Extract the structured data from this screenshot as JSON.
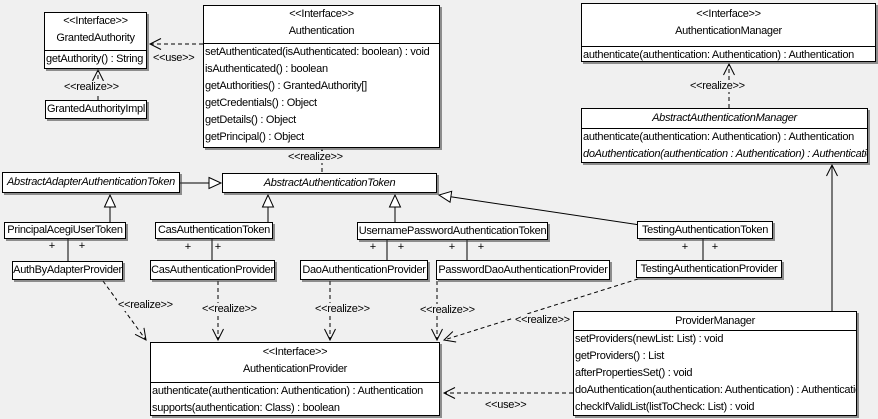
{
  "labels": {
    "use": "<<use>>",
    "realize": "<<realize>>",
    "plus": "+"
  },
  "colors": {
    "background": "#f0f0f0",
    "box_fill": "#ffffff",
    "box_border": "#000000",
    "shadow": "#3c3c3c",
    "line": "#000000"
  },
  "classes": {
    "granted_authority": {
      "stereotype": "<<Interface>>",
      "name": "GrantedAuthority",
      "methods": [
        "getAuthority() : String"
      ]
    },
    "granted_authority_impl": {
      "name": "GrantedAuthorityImpl"
    },
    "authentication": {
      "stereotype": "<<Interface>>",
      "name": "Authentication",
      "methods": [
        "setAuthenticated(isAuthenticated: boolean) : void",
        "isAuthenticated() : boolean",
        "getAuthorities() : GrantedAuthority[]",
        "getCredentials() : Object",
        "getDetails() : Object",
        "getPrincipal() : Object"
      ]
    },
    "authentication_manager": {
      "stereotype": "<<Interface>>",
      "name": "AuthenticationManager",
      "methods": [
        "authenticate(authentication: Authentication) : Authentication"
      ]
    },
    "abstract_authentication_manager": {
      "name": "AbstractAuthenticationManager",
      "methods": [
        "authenticate(authentication: Authentication) : Authentication",
        "doAuthentication(authentication : Authentication) : Authentication"
      ]
    },
    "abstract_adapter_authentication_token": {
      "name": "AbstractAdapterAuthenticationToken"
    },
    "abstract_authentication_token": {
      "name": "AbstractAuthenticationToken"
    },
    "principal_acegi_user_token": {
      "name": "PrincipalAcegiUserToken"
    },
    "cas_authentication_token": {
      "name": "CasAuthenticationToken"
    },
    "username_password_authentication_token": {
      "name": "UsernamePasswordAuthenticationToken"
    },
    "testing_authentication_token": {
      "name": "TestingAuthenticationToken"
    },
    "auth_by_adapter_provider": {
      "name": "AuthByAdapterProvider"
    },
    "cas_authentication_provider": {
      "name": "CasAuthenticationProvider"
    },
    "dao_authentication_provider": {
      "name": "DaoAuthenticationProvider"
    },
    "password_dao_authentication_provider": {
      "name": "PasswordDaoAuthenticationProvider"
    },
    "testing_authentication_provider": {
      "name": "TestingAuthenticationProvider"
    },
    "authentication_provider": {
      "stereotype": "<<Interface>>",
      "name": "AuthenticationProvider",
      "methods": [
        "authenticate(authentication: Authentication) : Authentication",
        "supports(authentication: Class) : boolean"
      ]
    },
    "provider_manager": {
      "name": "ProviderManager",
      "methods": [
        "setProviders(newList: List) : void",
        "getProviders() : List",
        "afterPropertiesSet() : void",
        "doAuthentication(authentication: Authentication) : Authentication",
        "checkIfValidList(listToCheck: List) : void"
      ]
    }
  }
}
